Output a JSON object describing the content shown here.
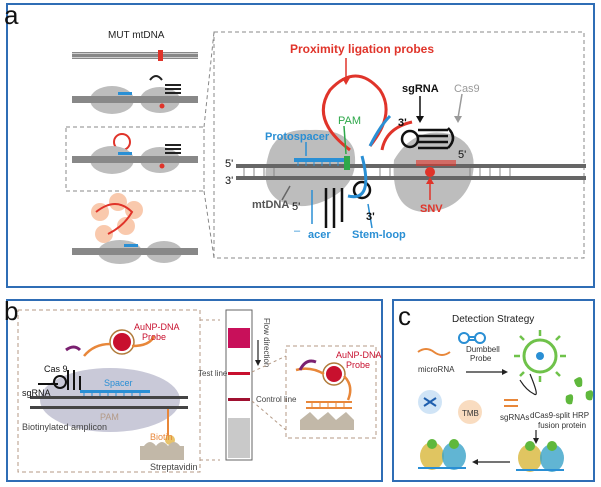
{
  "panels": {
    "a": {
      "label": "a",
      "mut_title": "MUT mtDNA",
      "proximity": "Proximity ligation probes",
      "sgrna": "sgRNA",
      "cas9": "Cas9",
      "protospacer": "Protospacer",
      "pam": "PAM",
      "mtdna": "mtDNA",
      "snv": "SNV",
      "stemloop": "Stem-loop",
      "acer": "acer",
      "dash": "–",
      "five": "5'",
      "three": "3'"
    },
    "b": {
      "label": "b",
      "aunp1": "AuNP-DNA",
      "probe1": "Probe",
      "cas9": "Cas 9",
      "sgrna": "sgRNA",
      "spacer": "Spacer",
      "pam": "PAM",
      "biotin": "Biotin",
      "bioamp": "Biotinylated amplicon",
      "strep": "Streptavidin",
      "flow": "Flow direction",
      "testline": "Test line",
      "controlline": "Control line",
      "aunp2": "AuNP-DNA",
      "probe2": "Probe"
    },
    "c": {
      "label": "c",
      "title": "Detection Strategy",
      "dumbbell": "Dumbbell",
      "dprobe": "Probe",
      "microrna": "microRNA",
      "sgrnas": "sgRNAs",
      "fusion1": "dCas9-split HRP",
      "fusion2": "fusion protein",
      "tmb": "TMB"
    }
  },
  "colors": {
    "frame": "#2f6db5",
    "red": "#e0342a",
    "blue": "#2a8fd4",
    "green": "#2ea84a",
    "gray": "#9a9a9a",
    "orange": "#e8873a"
  }
}
